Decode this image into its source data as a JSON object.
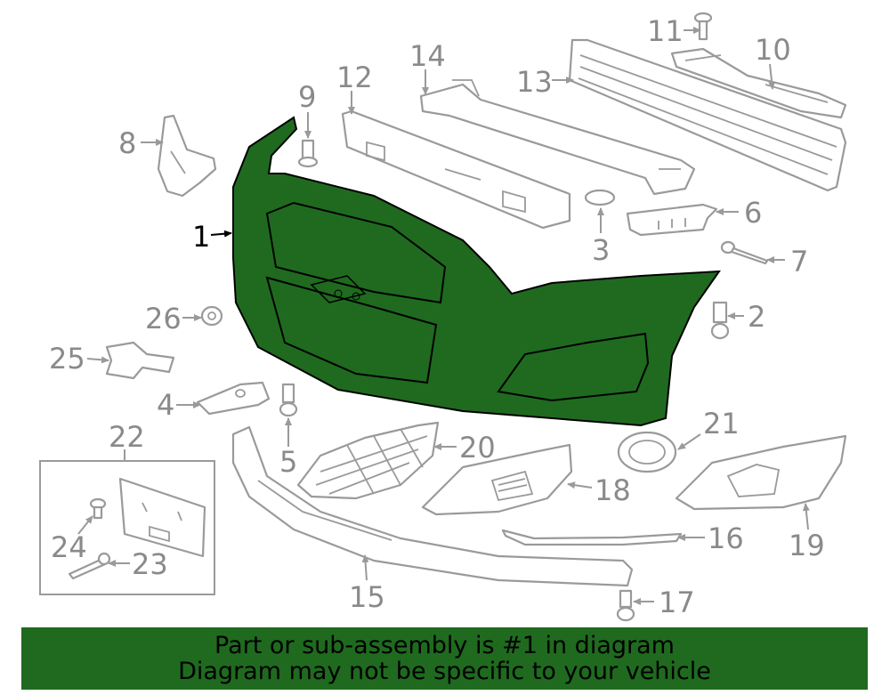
{
  "colors": {
    "highlight": "#1f6a1f",
    "parts": "#9a9a9a",
    "labels": "#8a8a8a",
    "primary_label": "#000000"
  },
  "labels": {
    "p1": "1",
    "p2": "2",
    "p3": "3",
    "p4": "4",
    "p5": "5",
    "p6": "6",
    "p7": "7",
    "p8": "8",
    "p9": "9",
    "p10": "10",
    "p11": "11",
    "p12": "12",
    "p13": "13",
    "p14": "14",
    "p15": "15",
    "p16": "16",
    "p17": "17",
    "p18": "18",
    "p19": "19",
    "p20": "20",
    "p21": "21",
    "p22": "22",
    "p23": "23",
    "p24": "24",
    "p25": "25",
    "p26": "26"
  },
  "banner": {
    "line1": "Part or sub-assembly is #1 in diagram",
    "line2": "Diagram may not be specific to your vehicle"
  }
}
